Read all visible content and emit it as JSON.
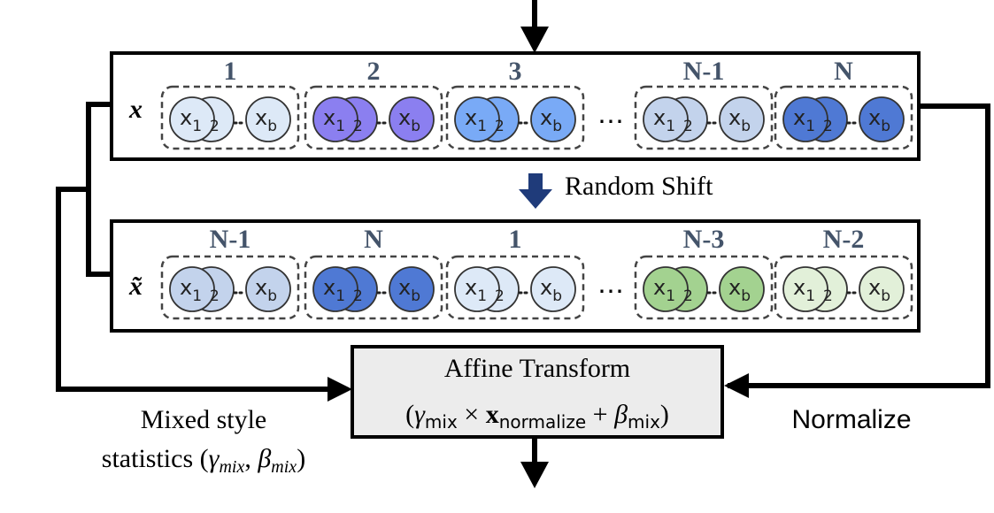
{
  "rows": [
    {
      "var_label": "x",
      "groups": [
        {
          "label": "1",
          "color": "#dde9f7"
        },
        {
          "label": "2",
          "color": "#8b7ff0"
        },
        {
          "label": "3",
          "color": "#79aaf6"
        },
        {
          "label": "N-1",
          "color": "#c3d3ec"
        },
        {
          "label": "N",
          "color": "#4f79d4"
        }
      ]
    },
    {
      "var_label": "x̃",
      "groups": [
        {
          "label": "N-1",
          "color": "#c3d3ec"
        },
        {
          "label": "N",
          "color": "#4f79d4"
        },
        {
          "label": "1",
          "color": "#dde9f7"
        },
        {
          "label": "N-3",
          "color": "#a3d290"
        },
        {
          "label": "N-2",
          "color": "#e2f0d9"
        }
      ]
    }
  ],
  "circle_text": {
    "first": "x",
    "first_sub": "1",
    "second_sub": "2",
    "last": "x",
    "last_sub": "b"
  },
  "ellipsis": "⋯",
  "shift_label": "Random Shift",
  "affine": {
    "title": "Affine Transform",
    "formula_open": "(",
    "gamma": "γ",
    "gamma_sub": "mix",
    "times": " × ",
    "x_bold": "x",
    "x_sub": "normalize",
    "plus": " + ",
    "beta": "β",
    "beta_sub": "mix",
    "formula_close": ")"
  },
  "left_label": {
    "line1": "Mixed style",
    "line2_prefix": "statistics (",
    "gamma": "γ",
    "gamma_sub": "mix",
    "comma": ", ",
    "beta": "β",
    "beta_sub": "mix",
    "close": ")"
  },
  "right_label": "Normalize",
  "colors": {
    "line": "#000000",
    "box_fill": "#ececec",
    "shift_arrow": "#1f3b7a",
    "label": "#44546a"
  }
}
